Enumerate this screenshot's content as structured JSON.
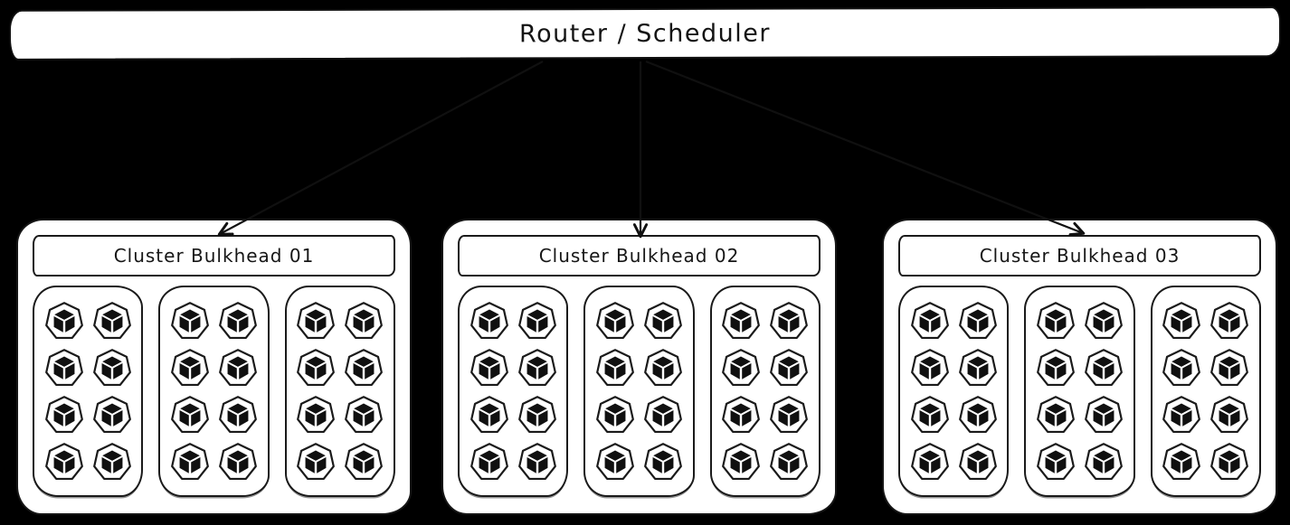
{
  "router": {
    "label": "Router / Scheduler"
  },
  "clusters": [
    {
      "id": "cluster-bulkhead-01",
      "label": "Cluster Bulkhead 01",
      "groups": [
        {
          "pods": 8
        },
        {
          "pods": 8
        },
        {
          "pods": 8
        }
      ]
    },
    {
      "id": "cluster-bulkhead-02",
      "label": "Cluster Bulkhead 02",
      "groups": [
        {
          "pods": 8
        },
        {
          "pods": 8
        },
        {
          "pods": 8
        }
      ]
    },
    {
      "id": "cluster-bulkhead-03",
      "label": "Cluster Bulkhead 03",
      "groups": [
        {
          "pods": 8
        },
        {
          "pods": 8
        },
        {
          "pods": 8
        }
      ]
    }
  ],
  "arrows": [
    {
      "from": "router-scheduler",
      "to": "cluster-bulkhead-01"
    },
    {
      "from": "router-scheduler",
      "to": "cluster-bulkhead-02"
    },
    {
      "from": "router-scheduler",
      "to": "cluster-bulkhead-03"
    }
  ],
  "icons": {
    "pod": "pod-cube-icon"
  },
  "colors": {
    "background": "#000000",
    "surface": "#ffffff",
    "stroke": "#1a1a1a"
  }
}
